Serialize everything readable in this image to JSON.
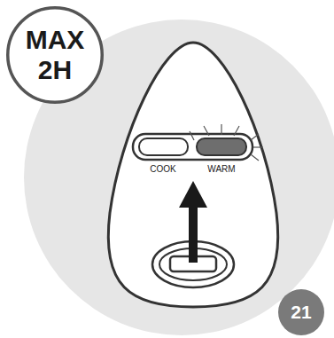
{
  "diagram": {
    "nodes": [
      {
        "text": [
          "MAX 2H"
        ]
      },
      {
        "text": [
          "21"
        ]
      }
    ],
    "labels": [
      "COOK",
      "WARM"
    ]
  }
}
